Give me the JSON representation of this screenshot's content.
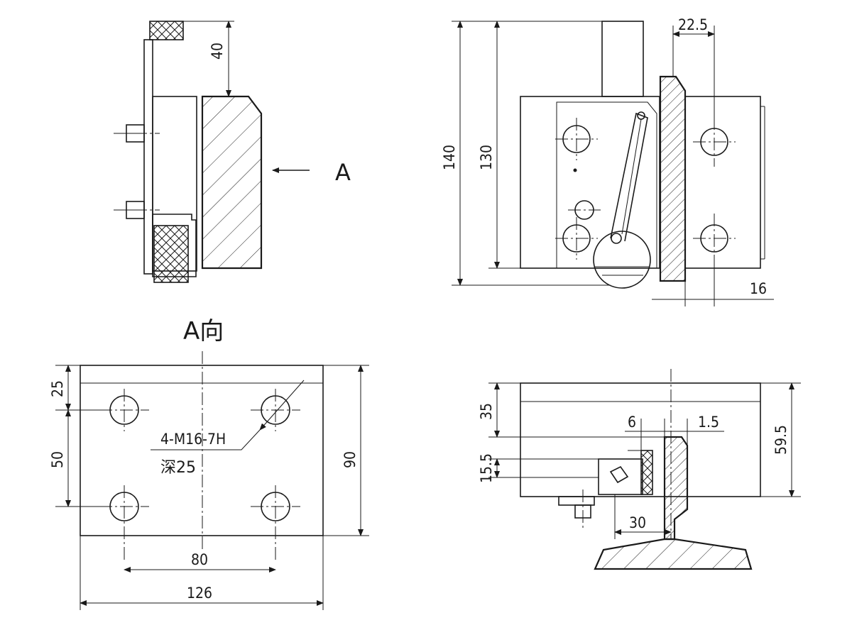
{
  "view_labels": {
    "arrow_label": "A",
    "view_a_title": "A向"
  },
  "dimensions": {
    "side_top_gap": "40",
    "front_total_height": "140",
    "front_body_height": "130",
    "front_rail_offset": "22.5",
    "front_rail_width": "16",
    "bottom_hole_margin": "25",
    "bottom_hole_pitch_v": "50",
    "bottom_height": "90",
    "bottom_hole_pitch_h": "80",
    "bottom_width": "126",
    "top_height_upper": "35",
    "top_height_lower": "15.5",
    "top_total_height": "59.5",
    "top_gap_a": "6",
    "top_gap_b": "1.5",
    "top_offset": "30"
  },
  "callouts": {
    "thread_spec": "4-M16-7H",
    "thread_depth": "深25"
  }
}
